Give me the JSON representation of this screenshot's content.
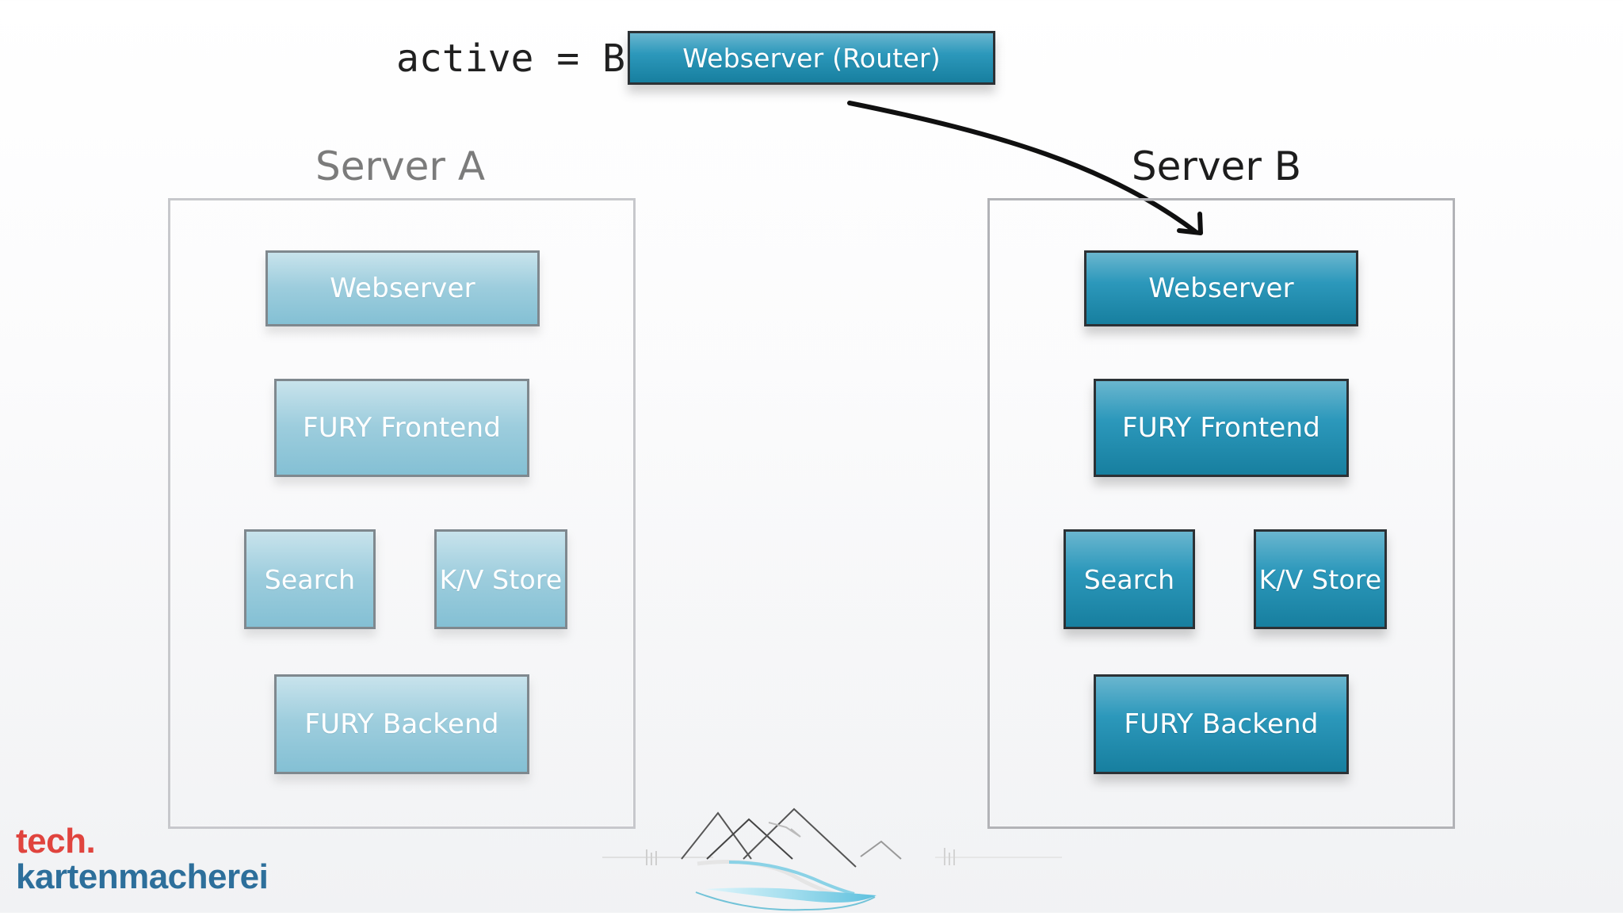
{
  "header": {
    "active_label": "active = B",
    "router_label": "Webserver (Router)"
  },
  "servers": {
    "a": {
      "title": "Server A",
      "webserver": "Webserver",
      "frontend": "FURY Frontend",
      "search": "Search",
      "kv_store": "K/V Store",
      "backend": "FURY Backend"
    },
    "b": {
      "title": "Server B",
      "webserver": "Webserver",
      "frontend": "FURY Frontend",
      "search": "Search",
      "kv_store": "K/V Store",
      "backend": "FURY Backend"
    }
  },
  "branding": {
    "top": "tech.",
    "bottom": "kartenmacherei"
  },
  "colors": {
    "active_blue": "#2492b8",
    "inactive_blue": "#9fcfdf",
    "frame_gray": "#b7b8bc",
    "logo_red": "#e0443e",
    "logo_blue": "#2d6f9b"
  },
  "icons": {
    "arrow": "hand-drawn-arrow-icon",
    "mountains": "mountain-landscape-icon"
  }
}
